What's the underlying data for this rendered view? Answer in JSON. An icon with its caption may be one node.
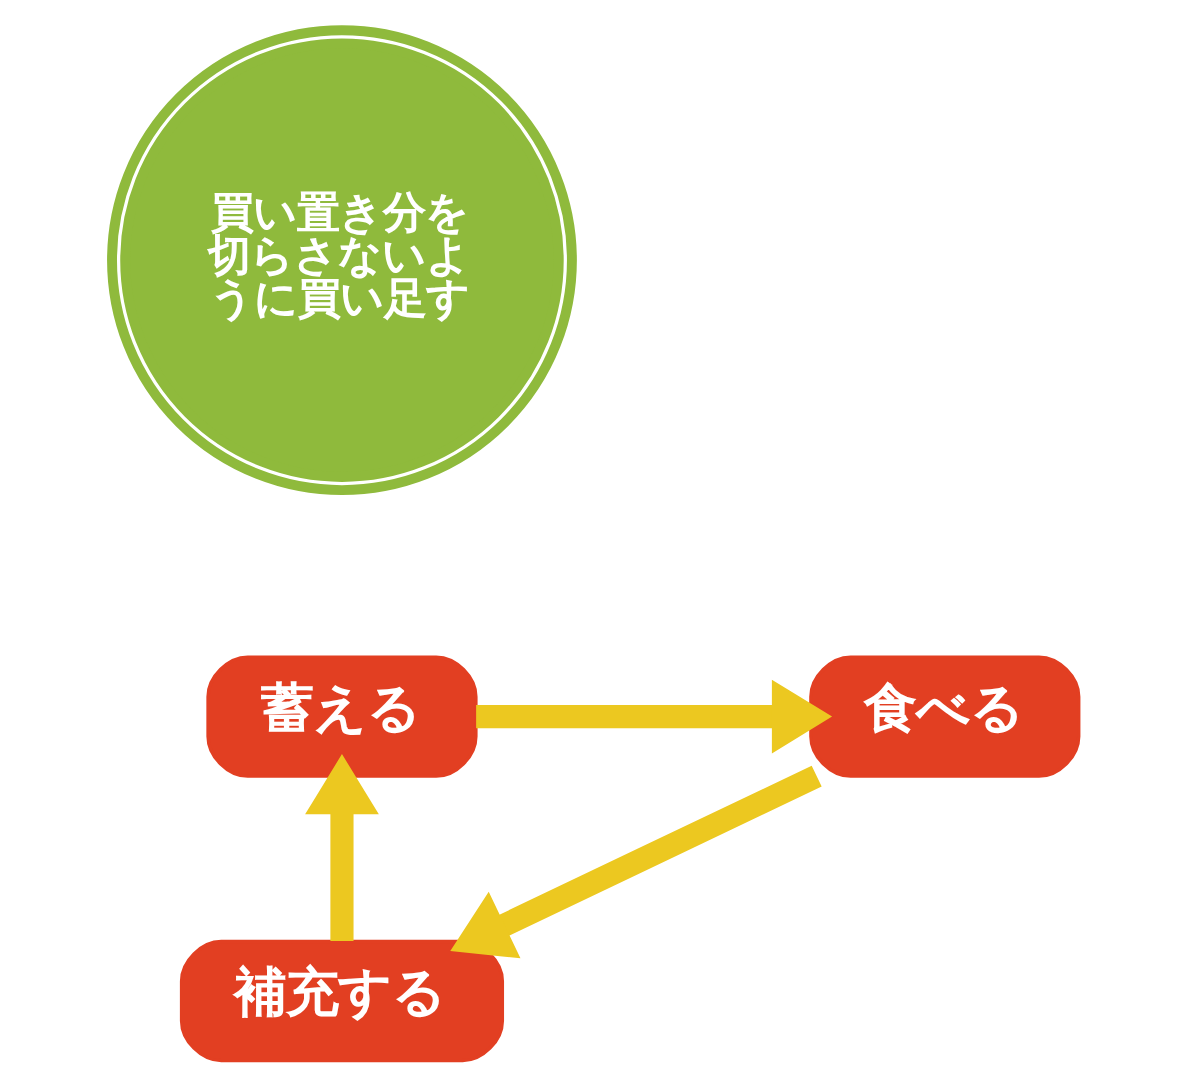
{
  "diagram": {
    "nodes": [
      {
        "text": [
          "蓄える"
        ]
      },
      {
        "text": [
          "食べる"
        ]
      },
      {
        "text": [
          "補充する"
        ]
      },
      {
        "text": [
          "買い置き分を切らさないように買い足す"
        ]
      }
    ],
    "edges": [
      {
        "from": 0,
        "to": 1,
        "arrow": "to"
      },
      {
        "from": 1,
        "to": 2,
        "arrow": "to"
      },
      {
        "from": 2,
        "to": 0,
        "arrow": "to"
      }
    ]
  }
}
